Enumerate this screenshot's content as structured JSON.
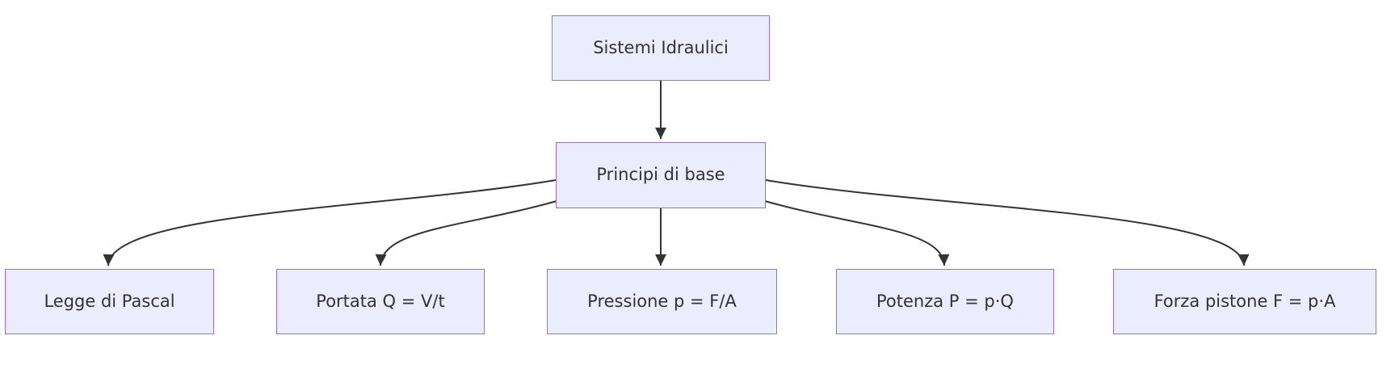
{
  "diagram": {
    "type": "flowchart",
    "direction": "top-down",
    "nodes": [
      {
        "id": "root",
        "label": "Sistemi Idraulici"
      },
      {
        "id": "base",
        "label": "Principi di base"
      },
      {
        "id": "pascal",
        "label": "Legge di Pascal"
      },
      {
        "id": "portata",
        "label": "Portata Q = V/t"
      },
      {
        "id": "pressione",
        "label": "Pressione p = F/A"
      },
      {
        "id": "potenza",
        "label": "Potenza P = p·Q"
      },
      {
        "id": "forza",
        "label": "Forza pistone F = p·A"
      }
    ],
    "edges": [
      {
        "from": "root",
        "to": "base"
      },
      {
        "from": "base",
        "to": "pascal"
      },
      {
        "from": "base",
        "to": "portata"
      },
      {
        "from": "base",
        "to": "pressione"
      },
      {
        "from": "base",
        "to": "potenza"
      },
      {
        "from": "base",
        "to": "forza"
      }
    ]
  },
  "colors": {
    "node_fill": "#ECECFF",
    "node_border": "#9370DB",
    "text": "#333333",
    "edge": "#333333",
    "background": "#ffffff"
  }
}
